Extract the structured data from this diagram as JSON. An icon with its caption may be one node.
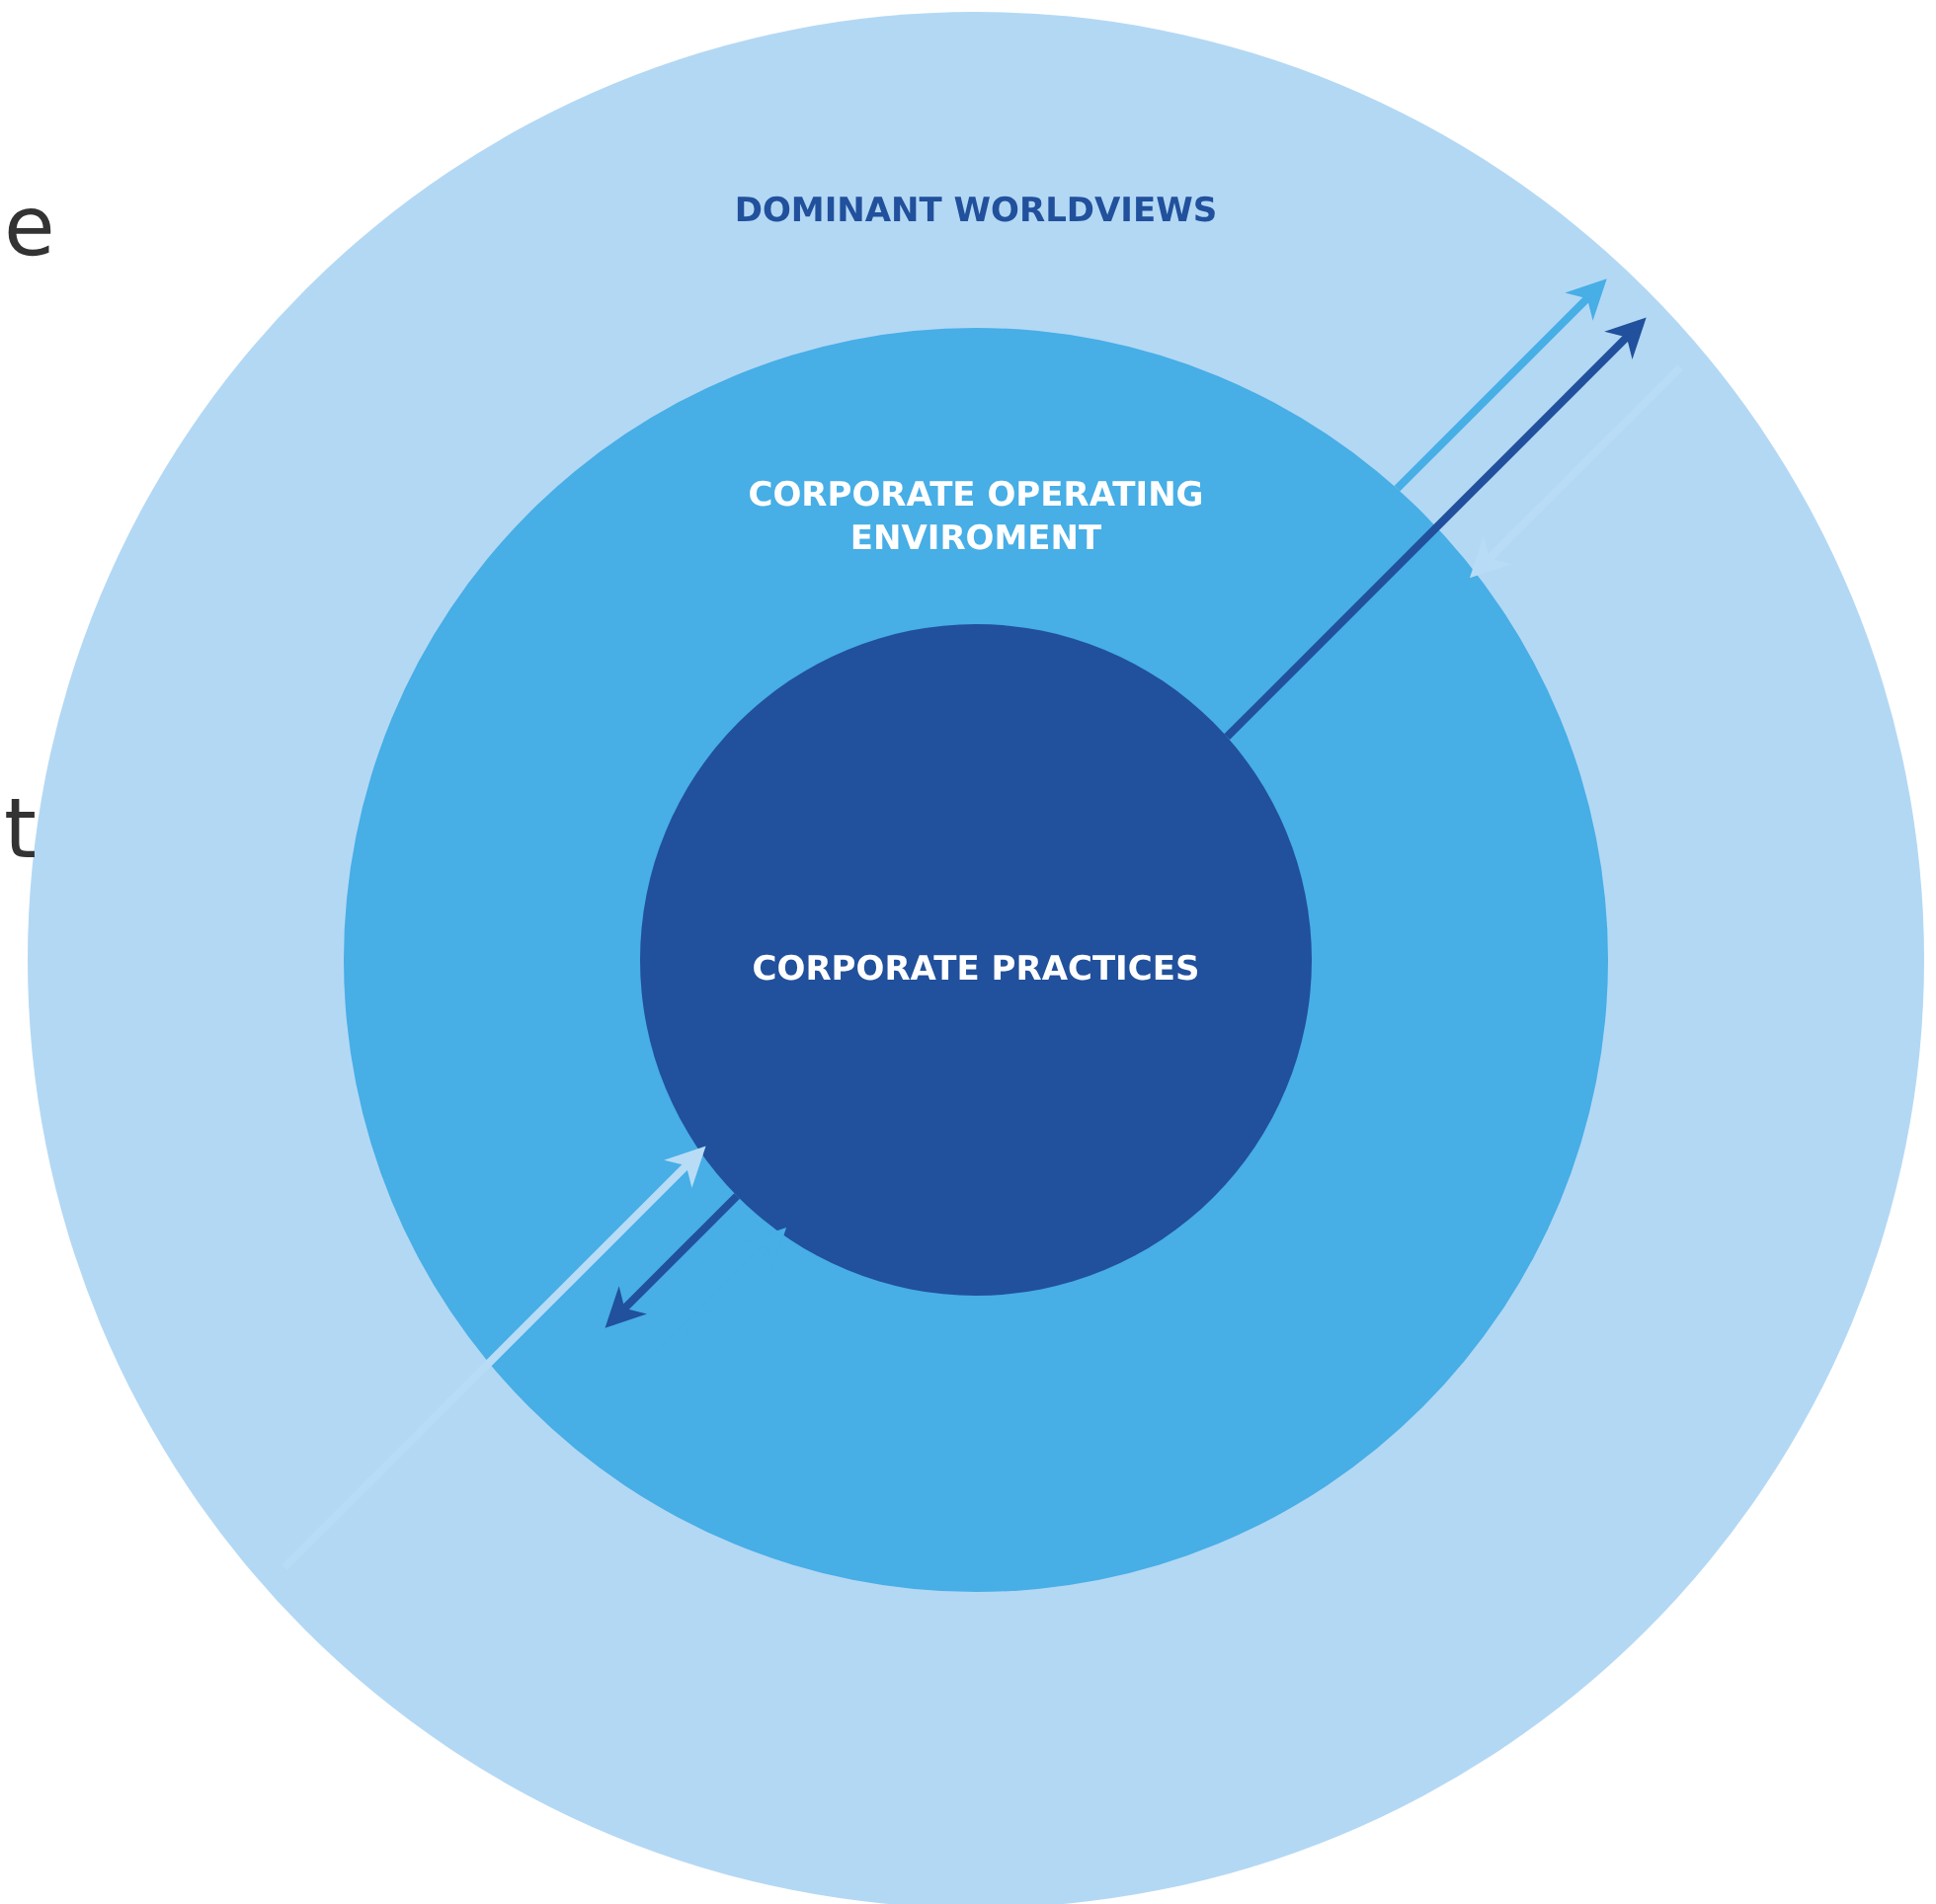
{
  "diagram": {
    "nodes": [
      {
        "text": [
          "DOMINANT WORLDVIEWS"
        ]
      },
      {
        "text": [
          "CORPORATE OPERATING ENVIROMENT"
        ],
        "in": 0
      },
      {
        "text": [
          "CORPORATE PRACTICES"
        ],
        "in": 1
      }
    ],
    "edges": [
      {
        "from": 1,
        "to": 0,
        "arrow": "to",
        "color": "#47aee6"
      },
      {
        "from": 2,
        "to": 0,
        "arrow": "to",
        "color": "#21509c"
      },
      {
        "from": 0,
        "to": 1,
        "arrow": "to",
        "color": "#b8dcf6"
      },
      {
        "from": 1,
        "to": 2,
        "arrow": "to",
        "color": "#47aee6"
      },
      {
        "from": 2,
        "to": 1,
        "arrow": "to",
        "color": "#21509c"
      },
      {
        "from": 0,
        "to": 2,
        "arrow": "to",
        "color": "#b8dcf6"
      }
    ],
    "labels": [
      "e",
      "t"
    ]
  }
}
